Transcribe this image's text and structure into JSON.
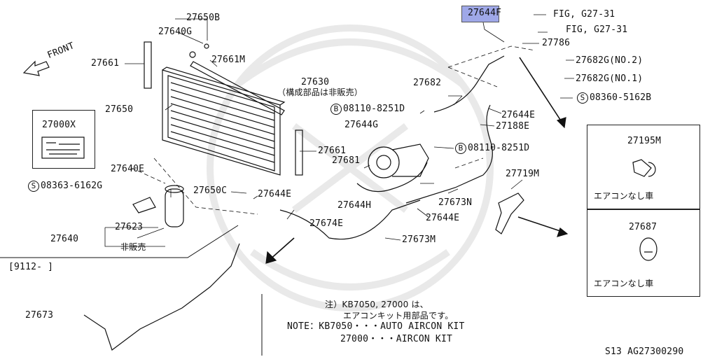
{
  "diagram": {
    "front_label": "FRONT",
    "parts": {
      "p27650B": "27650B",
      "p27640G": "27640G",
      "p27661_top": "27661",
      "p27661M": "27661M",
      "p27650": "27650",
      "p27000X": "27000X",
      "p27640E": "27640E",
      "p08363": "08363-6162G",
      "p27650C": "27650C",
      "p27644E_a": "27644E",
      "p27623": "27623",
      "p27640": "27640",
      "p27674E": "27674E",
      "p27661_mid": "27661",
      "p27630": "27630",
      "p27630_note": "（構成部品は非販売）",
      "p08110_a": "08110-8251D",
      "p27644G": "27644G",
      "p27681": "27681",
      "p27644H": "27644H",
      "p27673N": "27673N",
      "p27644E_b": "27644E",
      "p27673M": "27673M",
      "p27644F": "27644F",
      "fig1": "FIG, G27-31",
      "fig2": "FIG, G27-31",
      "p27786": "27786",
      "p27682G2": "27682G(NO.2)",
      "p27682G1": "27682G(NO.1)",
      "p08360": "08360-5162B",
      "p27682": "27682",
      "p27644E_c": "27644E",
      "p27188E": "27188E",
      "p08110_b": "08110-8251D",
      "p27719M": "27719M",
      "p27195M": "27195M",
      "p27687": "27687",
      "p27673": "27673",
      "nonsale": "非販売",
      "circle_s": "S",
      "circle_b": "B"
    },
    "boxes": {
      "upper_caption": "エアコンなし車",
      "lower_caption": "エアコンなし車"
    },
    "date_range": "[9112-        ]",
    "note": {
      "line1": "注）KB7050, 27000 は、",
      "line2": "エアコンキット用部品です。",
      "line3": "NOTE：KB7050・・・AUTO AIRCON KIT",
      "line4": "27000・・・AIRCON KIT"
    },
    "footer_code": "S13  AG27300290"
  }
}
